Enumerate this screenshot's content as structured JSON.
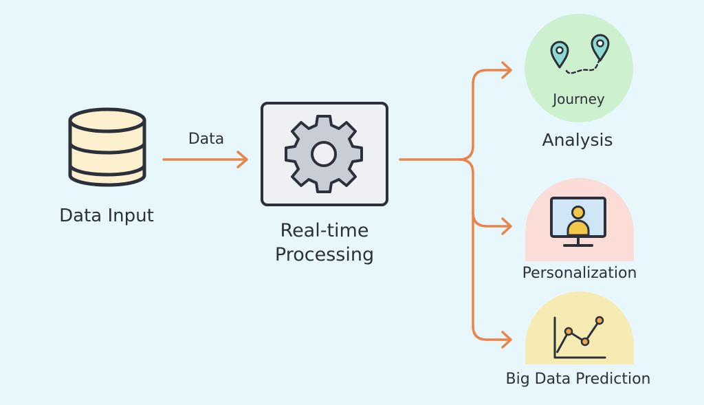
{
  "diagram": {
    "nodes": {
      "data_input": {
        "label": "Data Input",
        "icon": "database-icon"
      },
      "processing": {
        "label": "Real-time\nProcessing",
        "icon": "gear-icon"
      },
      "analysis": {
        "label": "Analysis",
        "inner_label": "Journey",
        "icon": "map-pins-icon",
        "color": "#cdf1cf"
      },
      "personalization": {
        "label": "Personalization",
        "icon": "user-monitor-icon",
        "color": "#fbdcd6"
      },
      "prediction": {
        "label": "Big Data Prediction",
        "icon": "line-chart-icon",
        "color": "#f6ebb2"
      }
    },
    "edges": {
      "input_to_processing": {
        "label": "Data"
      }
    },
    "colors": {
      "background": "#e8f7fb",
      "arrow": "#e8844a",
      "outline": "#2b303b",
      "database_fill": "#fcf0cf",
      "processing_fill": "#eef0f4",
      "gear_fill": "#c9cdd6",
      "pin_fill": "#8fdad0",
      "avatar_fill": "#f3c74a",
      "screen_fill": "#cfe6f6",
      "chart_point": "#f0a44a"
    }
  }
}
